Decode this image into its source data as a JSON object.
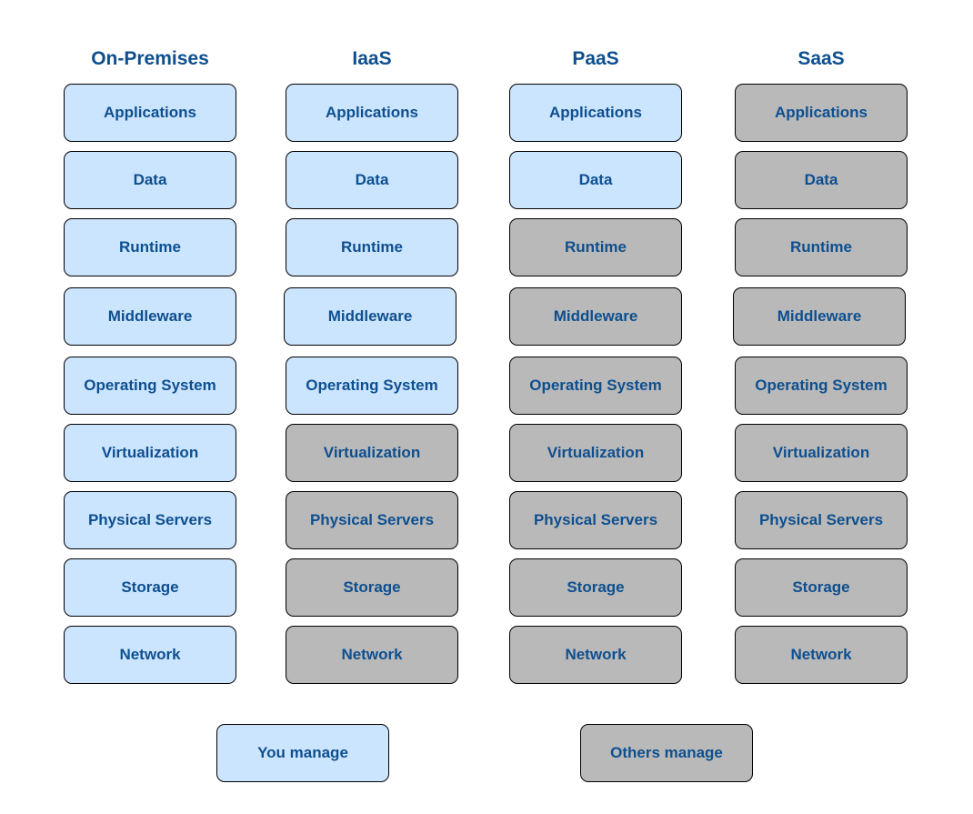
{
  "colors": {
    "you_manage": "#cce5ff",
    "others_manage": "#b9b9b9",
    "text": "#0e4f8f",
    "border": "#000000"
  },
  "columns": [
    {
      "title": "On-Premises",
      "layers": [
        {
          "label": "Applications",
          "managed_by": "you"
        },
        {
          "label": "Data",
          "managed_by": "you"
        },
        {
          "label": "Runtime",
          "managed_by": "you"
        },
        {
          "label": "Middleware",
          "managed_by": "you"
        },
        {
          "label": "Operating System",
          "managed_by": "you"
        },
        {
          "label": "Virtualization",
          "managed_by": "you"
        },
        {
          "label": "Physical Servers",
          "managed_by": "you"
        },
        {
          "label": "Storage",
          "managed_by": "you"
        },
        {
          "label": "Network",
          "managed_by": "you"
        }
      ]
    },
    {
      "title": "IaaS",
      "layers": [
        {
          "label": "Applications",
          "managed_by": "you"
        },
        {
          "label": "Data",
          "managed_by": "you"
        },
        {
          "label": "Runtime",
          "managed_by": "you"
        },
        {
          "label": "Middleware",
          "managed_by": "you"
        },
        {
          "label": "Operating System",
          "managed_by": "you"
        },
        {
          "label": "Virtualization",
          "managed_by": "others"
        },
        {
          "label": "Physical Servers",
          "managed_by": "others"
        },
        {
          "label": "Storage",
          "managed_by": "others"
        },
        {
          "label": "Network",
          "managed_by": "others"
        }
      ]
    },
    {
      "title": "PaaS",
      "layers": [
        {
          "label": "Applications",
          "managed_by": "you"
        },
        {
          "label": "Data",
          "managed_by": "you"
        },
        {
          "label": "Runtime",
          "managed_by": "others"
        },
        {
          "label": "Middleware",
          "managed_by": "others"
        },
        {
          "label": "Operating System",
          "managed_by": "others"
        },
        {
          "label": "Virtualization",
          "managed_by": "others"
        },
        {
          "label": "Physical Servers",
          "managed_by": "others"
        },
        {
          "label": "Storage",
          "managed_by": "others"
        },
        {
          "label": "Network",
          "managed_by": "others"
        }
      ]
    },
    {
      "title": "SaaS",
      "layers": [
        {
          "label": "Applications",
          "managed_by": "others"
        },
        {
          "label": "Data",
          "managed_by": "others"
        },
        {
          "label": "Runtime",
          "managed_by": "others"
        },
        {
          "label": "Middleware",
          "managed_by": "others"
        },
        {
          "label": "Operating System",
          "managed_by": "others"
        },
        {
          "label": "Virtualization",
          "managed_by": "others"
        },
        {
          "label": "Physical Servers",
          "managed_by": "others"
        },
        {
          "label": "Storage",
          "managed_by": "others"
        },
        {
          "label": "Network",
          "managed_by": "others"
        }
      ]
    }
  ],
  "legend": {
    "you_manage_label": "You manage",
    "others_manage_label": "Others manage"
  }
}
